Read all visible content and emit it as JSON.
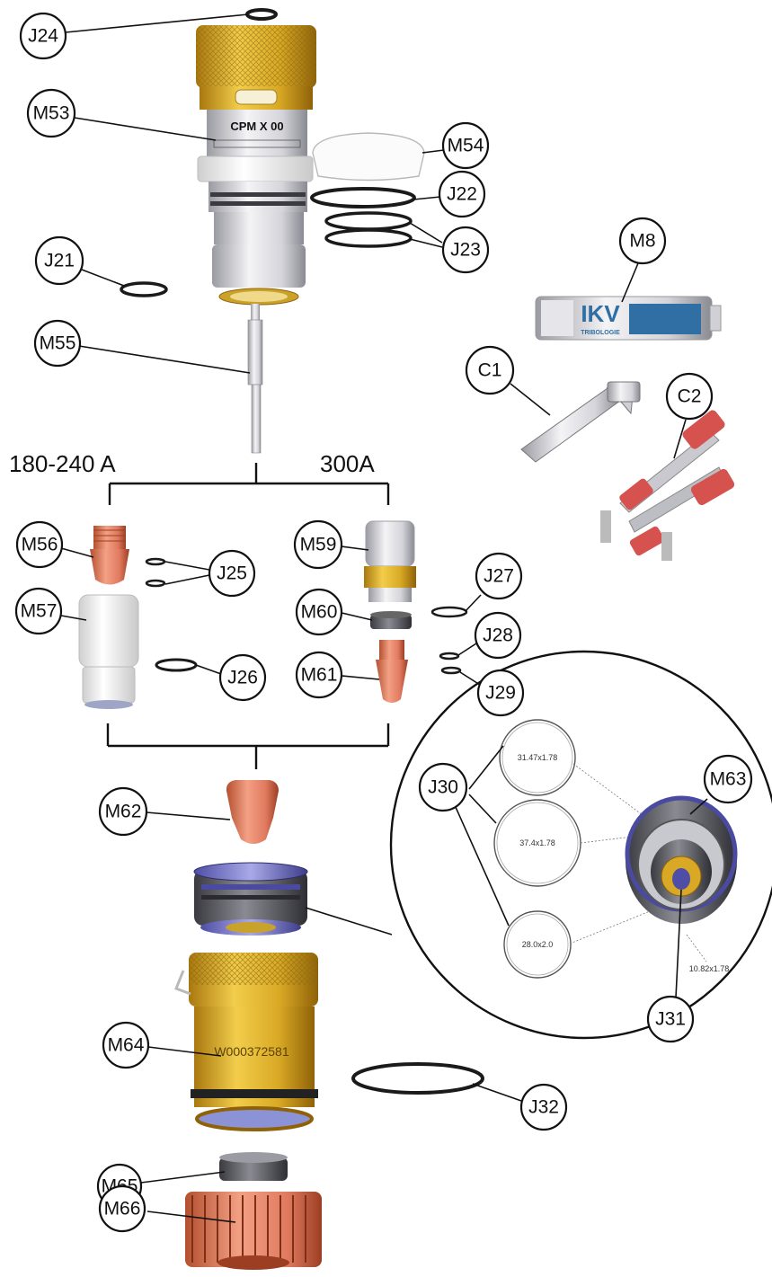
{
  "group_labels": {
    "left": "180-240 A",
    "right": "300A"
  },
  "callouts": {
    "J24": "J24",
    "M53": "M53",
    "M54": "M54",
    "J22": "J22",
    "J23": "J23",
    "J21": "J21",
    "M55": "M55",
    "M8": "M8",
    "C1": "C1",
    "C2": "C2",
    "M56": "M56",
    "J25": "J25",
    "M59": "M59",
    "J27": "J27",
    "M57": "M57",
    "M60": "M60",
    "J28": "J28",
    "J26": "J26",
    "M61": "M61",
    "J29": "J29",
    "M62": "M62",
    "J30": "J30",
    "M63": "M63",
    "J31": "J31",
    "M64": "M64",
    "J32": "J32",
    "M65": "M65",
    "M66": "M66"
  },
  "part_markings": {
    "torch_model": "CPM X 00",
    "tube_brand": "IKV",
    "tube_subtitle": "TRIBOLOGIE",
    "nozzle_body_code": "W000372581"
  },
  "detail_view": {
    "oring_sizes": [
      "31.47x1.78",
      "37.4x1.78",
      "28.0x2.0",
      "10.82x1.78"
    ]
  },
  "colors": {
    "brass": "#d9a925",
    "copper": "#e07a5f",
    "ink": "#111111",
    "tube_blue": "#2f6fa3"
  }
}
